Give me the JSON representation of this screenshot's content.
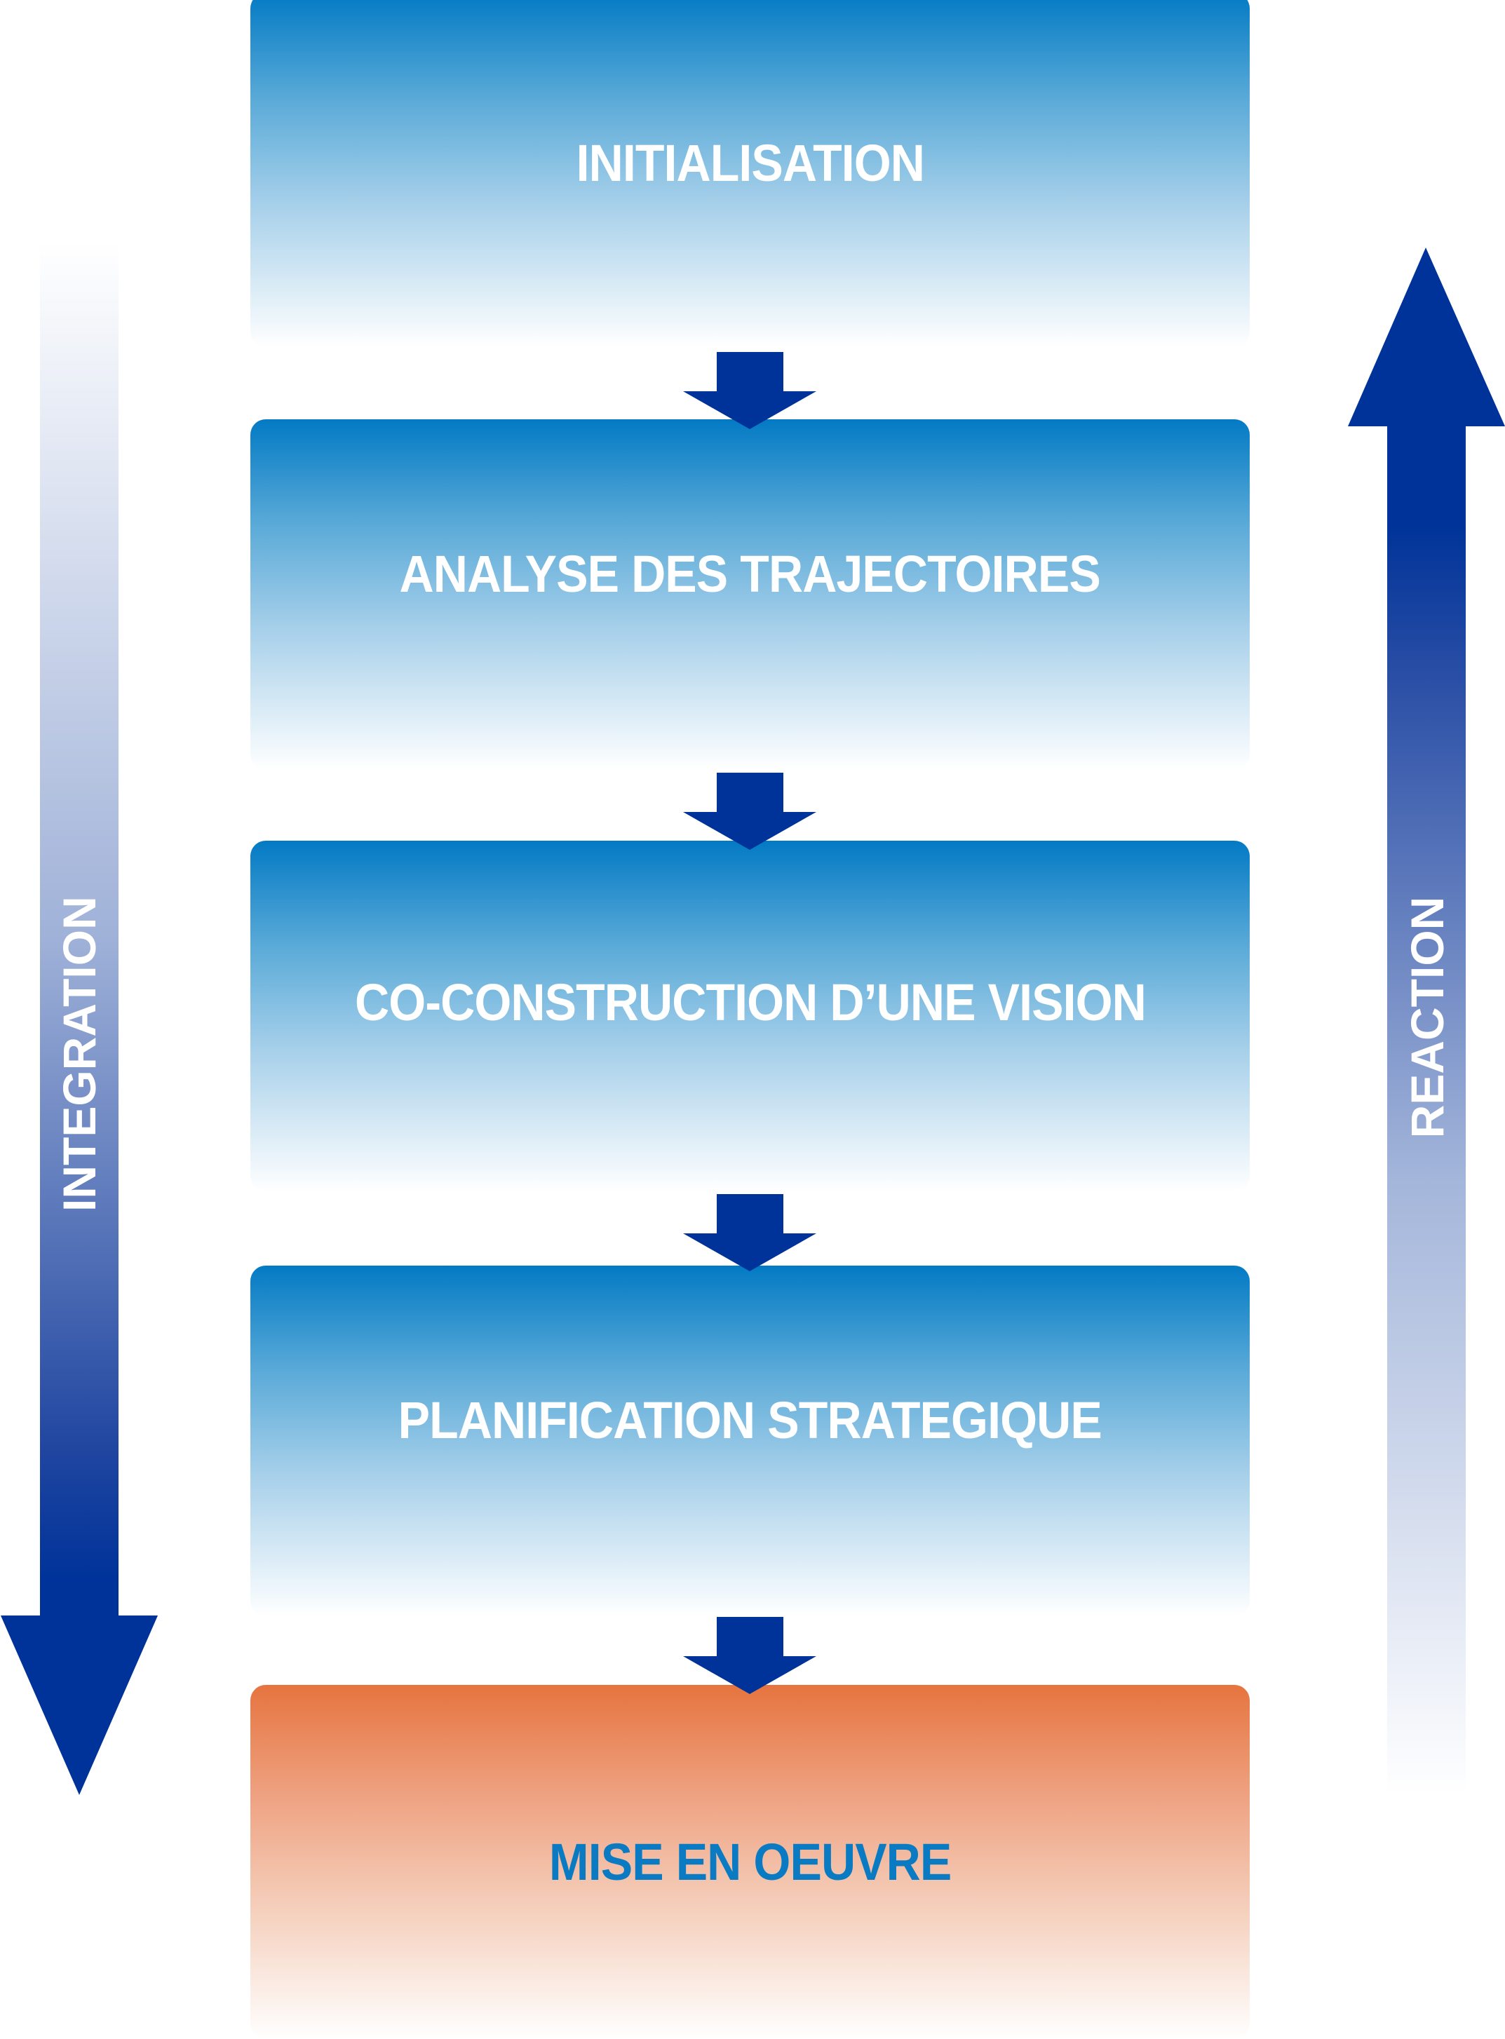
{
  "steps": [
    {
      "label": "INITIALISATION",
      "style": "blue"
    },
    {
      "label": "ANALYSE DES TRAJECTOIRES",
      "style": "blue"
    },
    {
      "label": "CO-CONSTRUCTION D’UNE VISION",
      "style": "blue"
    },
    {
      "label": "PLANIFICATION STRATEGIQUE",
      "style": "blue"
    },
    {
      "label": "MISE EN OEUVRE",
      "style": "orange"
    }
  ],
  "side_arrows": {
    "left": {
      "label": "INTEGRATION",
      "direction": "down"
    },
    "right": {
      "label": "REACTION",
      "direction": "up"
    }
  },
  "colors": {
    "arrow": "#003399",
    "box_blue": "#037ac4",
    "box_orange": "#e6743f",
    "final_text": "#0a7bc2"
  }
}
